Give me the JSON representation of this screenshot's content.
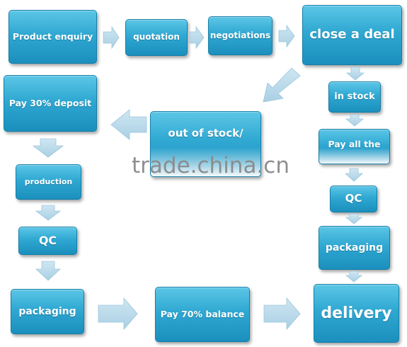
{
  "steps": {
    "product_enquiry": "Product enquiry",
    "quotation": "quotation",
    "negotiations": "negotiations",
    "close_a_deal": "close a deal",
    "in_stock": "in stock",
    "pay_deposit": "Pay 30% deposit",
    "out_of_stock": "out of stock/",
    "pay_all": "Pay all the",
    "production": "production",
    "qc_left": "QC",
    "qc_right": "QC",
    "packaging_right": "packaging",
    "packaging_left": "packaging",
    "pay_balance": "Pay 70% balance",
    "delivery": "delivery"
  },
  "watermark": "trade.china.cn",
  "colors": {
    "box_top": "#5cc6e6",
    "box_bottom": "#1b8fbd",
    "arrow": "#b5d8ea"
  }
}
